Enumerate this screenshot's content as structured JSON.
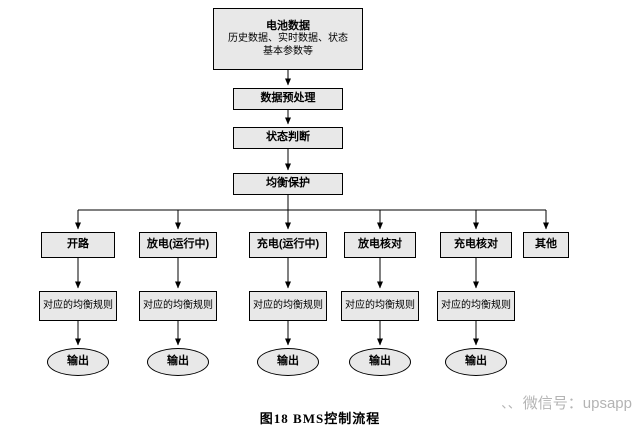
{
  "flow": {
    "top_box": {
      "line1": "电池数据",
      "line2": "历史数据、实时数据、状态",
      "line3": "基本参数等"
    },
    "preprocess": "数据预处理",
    "judge": "状态判断",
    "balance": "均衡保护",
    "branches": [
      {
        "label": "开路",
        "rule": "对应的均衡规则",
        "output": "输出"
      },
      {
        "label": "放电(运行中)",
        "rule": "对应的均衡规则",
        "output": "输出"
      },
      {
        "label": "充电(运行中)",
        "rule": "对应的均衡规则",
        "output": "输出"
      },
      {
        "label": "放电核对",
        "rule": "对应的均衡规则",
        "output": "输出"
      },
      {
        "label": "充电核对",
        "rule": "对应的均衡规则",
        "output": "输出"
      },
      {
        "label": "其他"
      }
    ]
  },
  "caption": "图18  BMS控制流程",
  "watermark": {
    "icon": "、、",
    "text": "微信号：upsapp"
  },
  "colors": {
    "node_fill": "#e8e8e8",
    "node_border": "#000000",
    "connector": "#000000",
    "watermark_text": "#b4b4b4"
  }
}
